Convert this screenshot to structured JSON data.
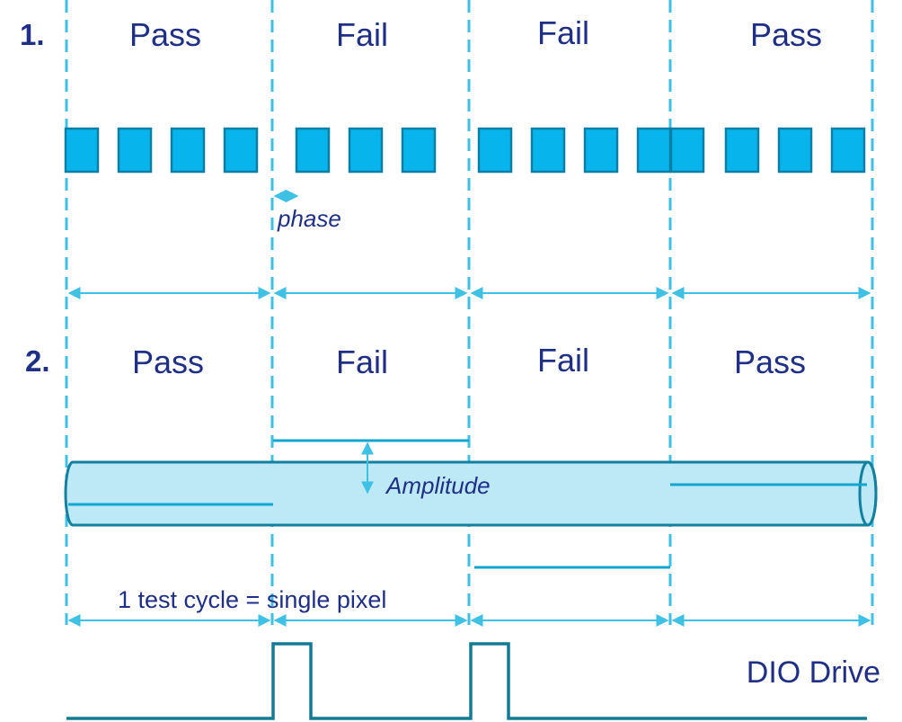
{
  "section1": {
    "number": "1.",
    "segment_labels": [
      "Pass",
      "Fail",
      "Fail",
      "Pass"
    ],
    "phase_label": "phase"
  },
  "section2": {
    "number": "2.",
    "segment_labels": [
      "Pass",
      "Fail",
      "Fail",
      "Pass"
    ],
    "amplitude_label": "Amplitude",
    "test_cycle_label": "1 test cycle = single pixel"
  },
  "dio": {
    "label": "DIO Drive"
  },
  "colors": {
    "text": "#1f2f86",
    "dashed_line": "#3ec1e4",
    "pixel_fill": "#07b4eb",
    "pixel_stroke": "#0c7fa6",
    "cylinder_fill": "#bde9f7",
    "cylinder_stroke": "#13809f",
    "signal_line": "#13a6d0",
    "dio_line": "#137a96"
  }
}
